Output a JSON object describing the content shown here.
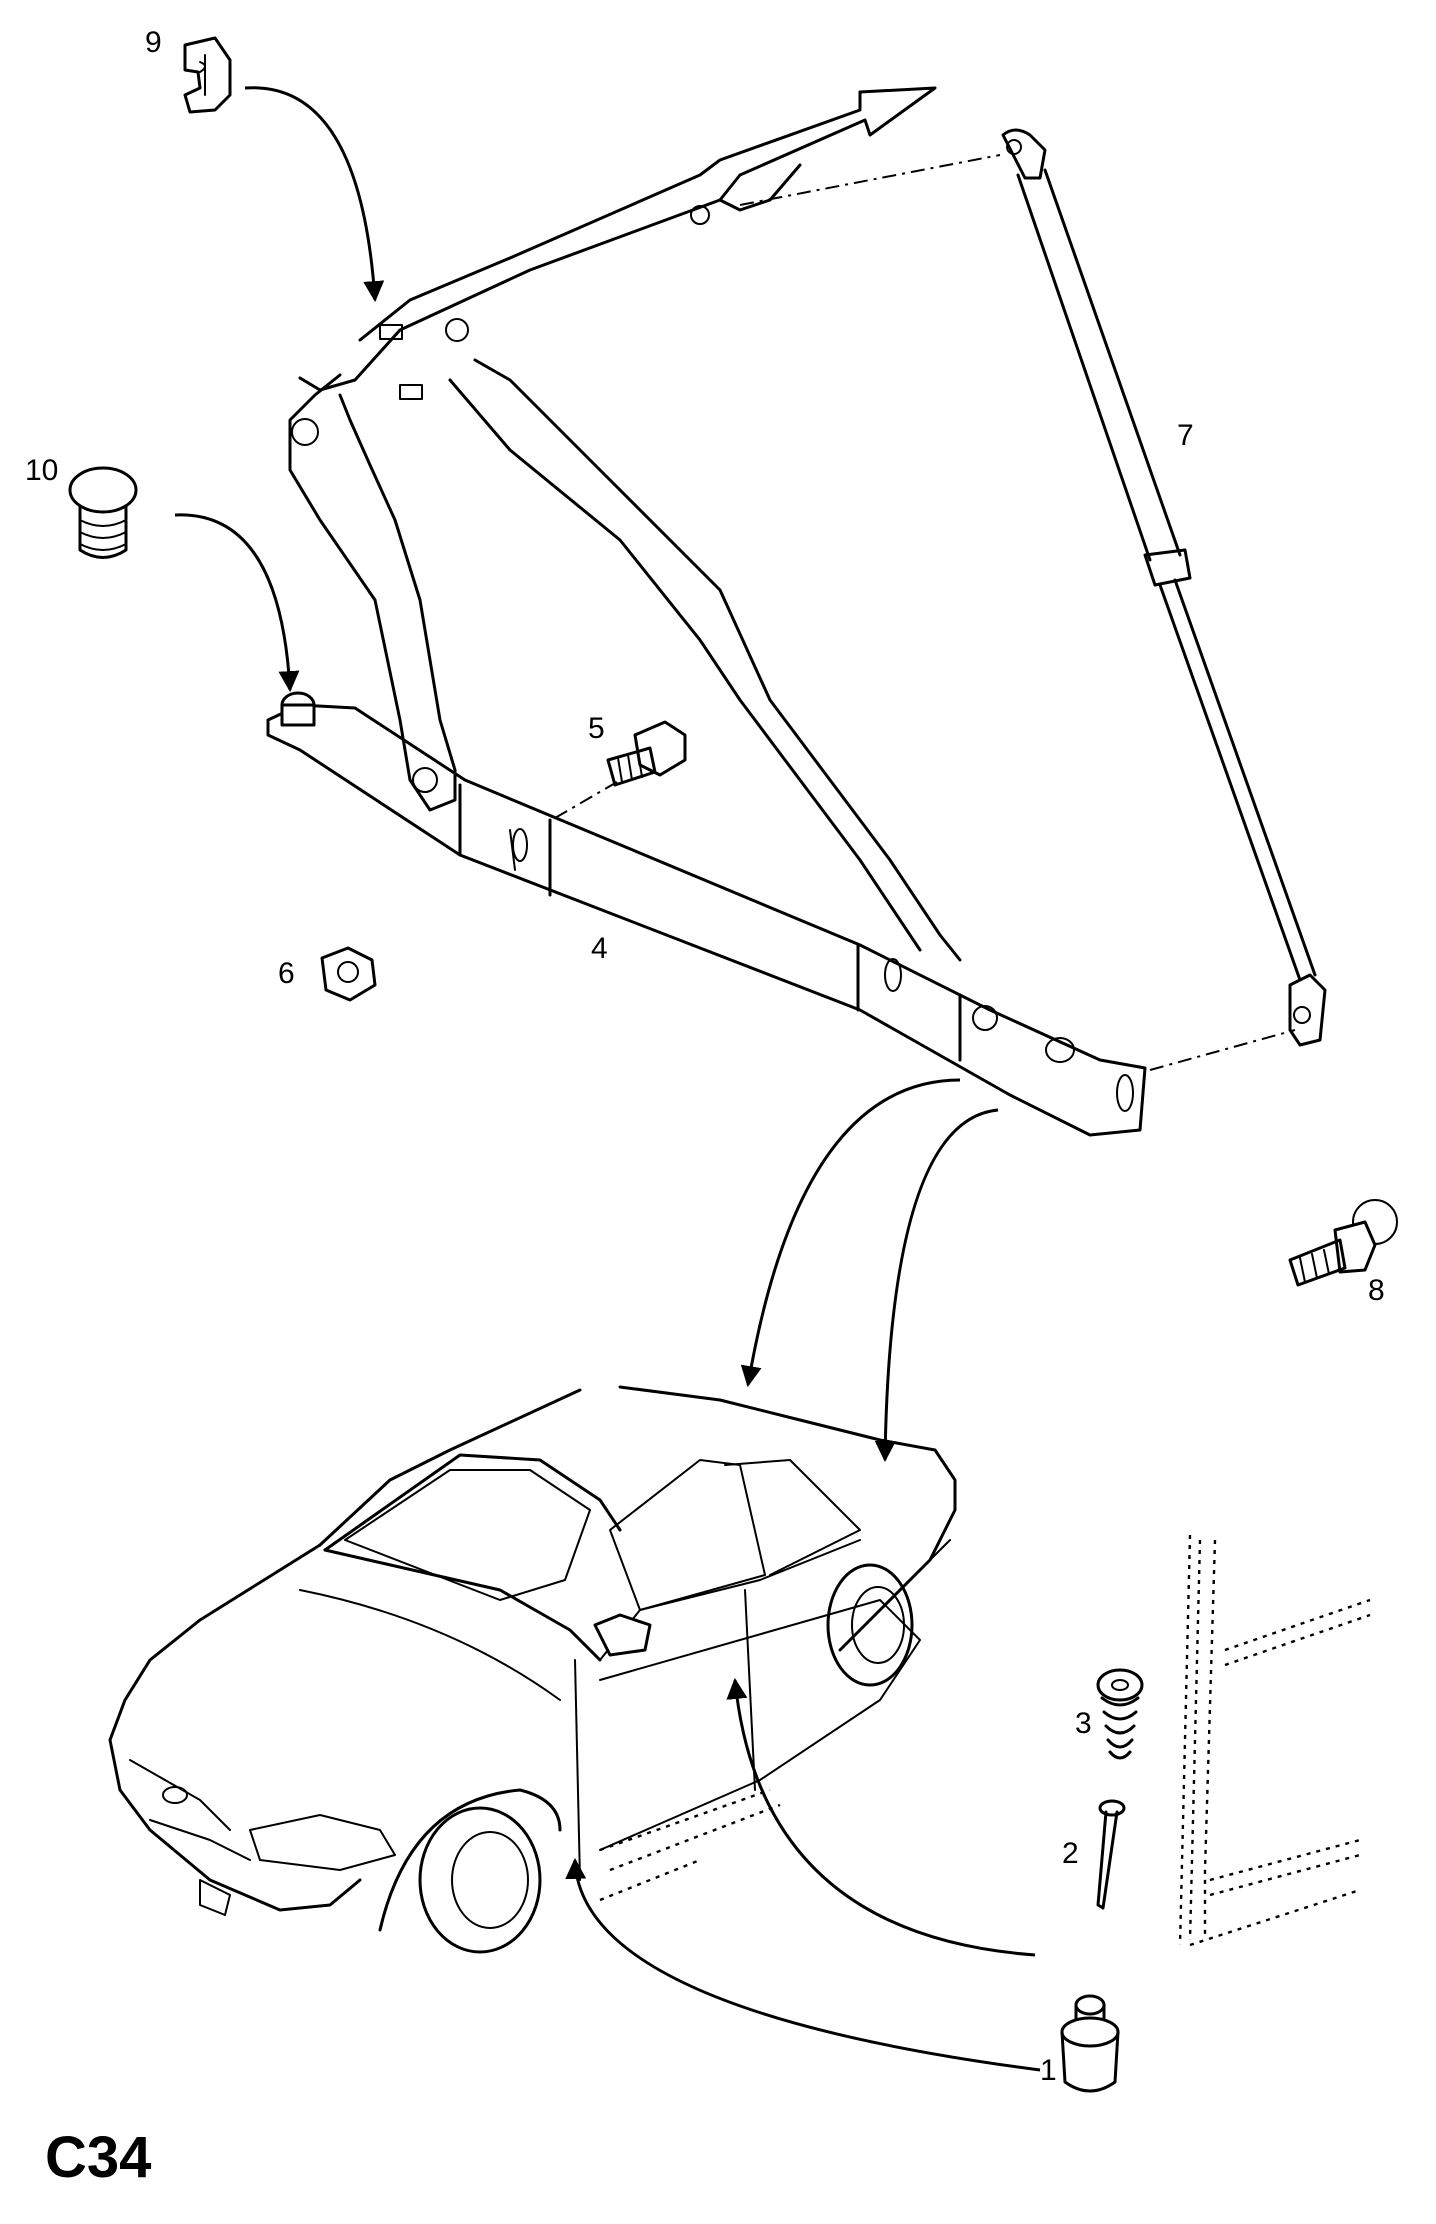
{
  "page_code": "C34",
  "callouts": [
    {
      "id": "1",
      "label": "1"
    },
    {
      "id": "2",
      "label": "2"
    },
    {
      "id": "3",
      "label": "3"
    },
    {
      "id": "4",
      "label": "4"
    },
    {
      "id": "5",
      "label": "5"
    },
    {
      "id": "6",
      "label": "6"
    },
    {
      "id": "7",
      "label": "7"
    },
    {
      "id": "8",
      "label": "8"
    },
    {
      "id": "9",
      "label": "9"
    },
    {
      "id": "10",
      "label": "10"
    }
  ],
  "colors": {
    "ink": "#000000",
    "paper": "#ffffff"
  }
}
